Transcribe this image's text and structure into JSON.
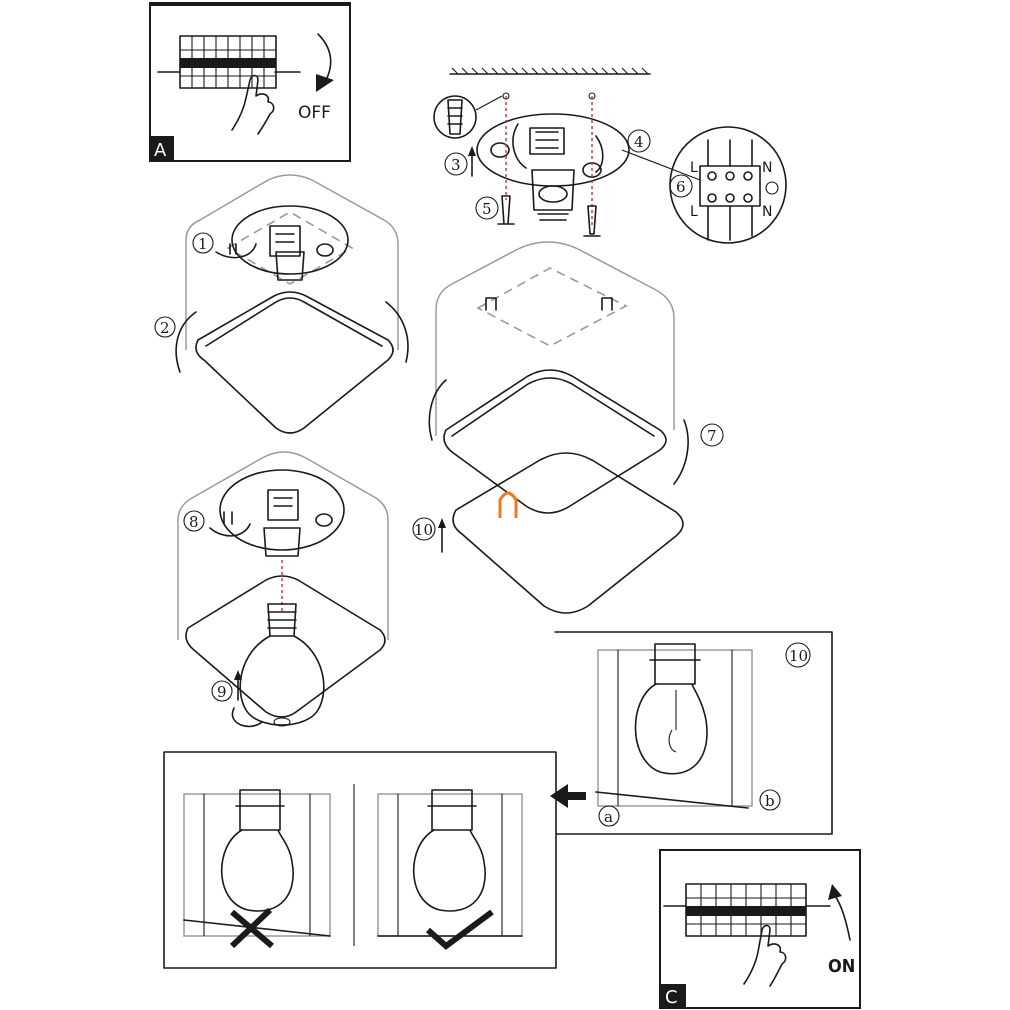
{
  "panels": {
    "a": {
      "letter": "A",
      "action": "OFF"
    },
    "c": {
      "letter": "C",
      "action": "ON"
    }
  },
  "steps": {
    "s1": "1",
    "s2": "2",
    "s3": "3",
    "s4": "4",
    "s5": "5",
    "s6": "6",
    "s7": "7",
    "s8": "8",
    "s9": "9",
    "s10": "10",
    "s10b": "10"
  },
  "terminals": {
    "top_l": "L",
    "top_n": "N",
    "bot_l": "L",
    "bot_n": "N"
  },
  "shade_points": {
    "a": "a",
    "b": "b"
  },
  "colors": {
    "line": "#1a1a1a",
    "hidden": "#9a9a9a",
    "axis": "#d0302a",
    "clip": "#f07820"
  }
}
